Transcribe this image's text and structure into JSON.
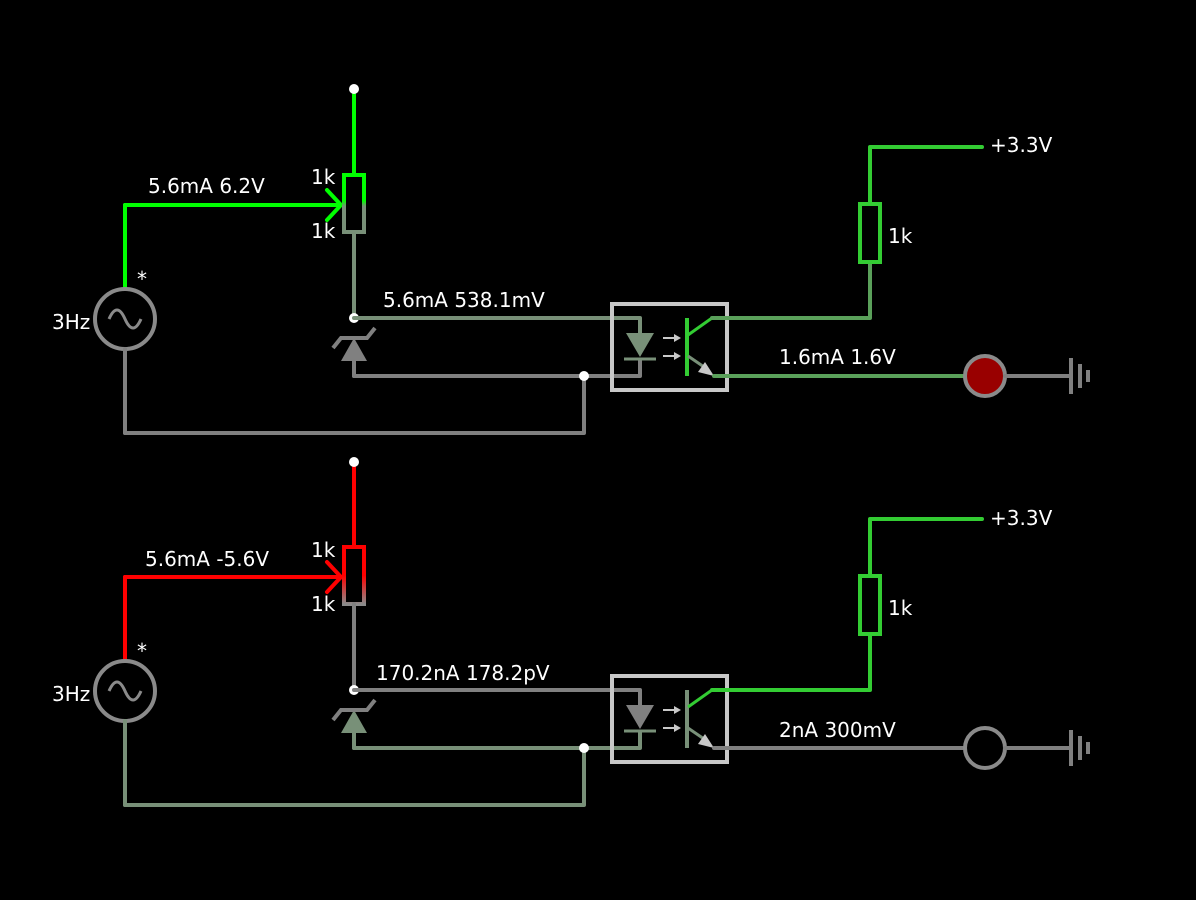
{
  "colors": {
    "background": "#000000",
    "positive": "#00ff00",
    "negative": "#ff0000",
    "neutral": "#808080",
    "grey_green": "#789078",
    "supply_green": "#33cc33",
    "optocoupler_box": "#c8c8c8",
    "led_on": "#990000",
    "label": "#ffffff"
  },
  "circuits": [
    {
      "id": "top",
      "source_label": "3Hz",
      "source_marker": "*",
      "source_wire_label": "5.6mA 6.2V",
      "pot_top_label": "1k",
      "pot_bottom_label": "1k",
      "zener_wire_label": "5.6mA 538.1mV",
      "supply_label": "+3.3V",
      "pullup_label": "1k",
      "output_label": "1.6mA 1.6V",
      "led_lit": true
    },
    {
      "id": "bottom",
      "source_label": "3Hz",
      "source_marker": "*",
      "source_wire_label": "5.6mA -5.6V",
      "pot_top_label": "1k",
      "pot_bottom_label": "1k",
      "zener_wire_label": "170.2nA 178.2pV",
      "supply_label": "+3.3V",
      "pullup_label": "1k",
      "output_label": "2nA 300mV",
      "led_lit": false
    }
  ]
}
